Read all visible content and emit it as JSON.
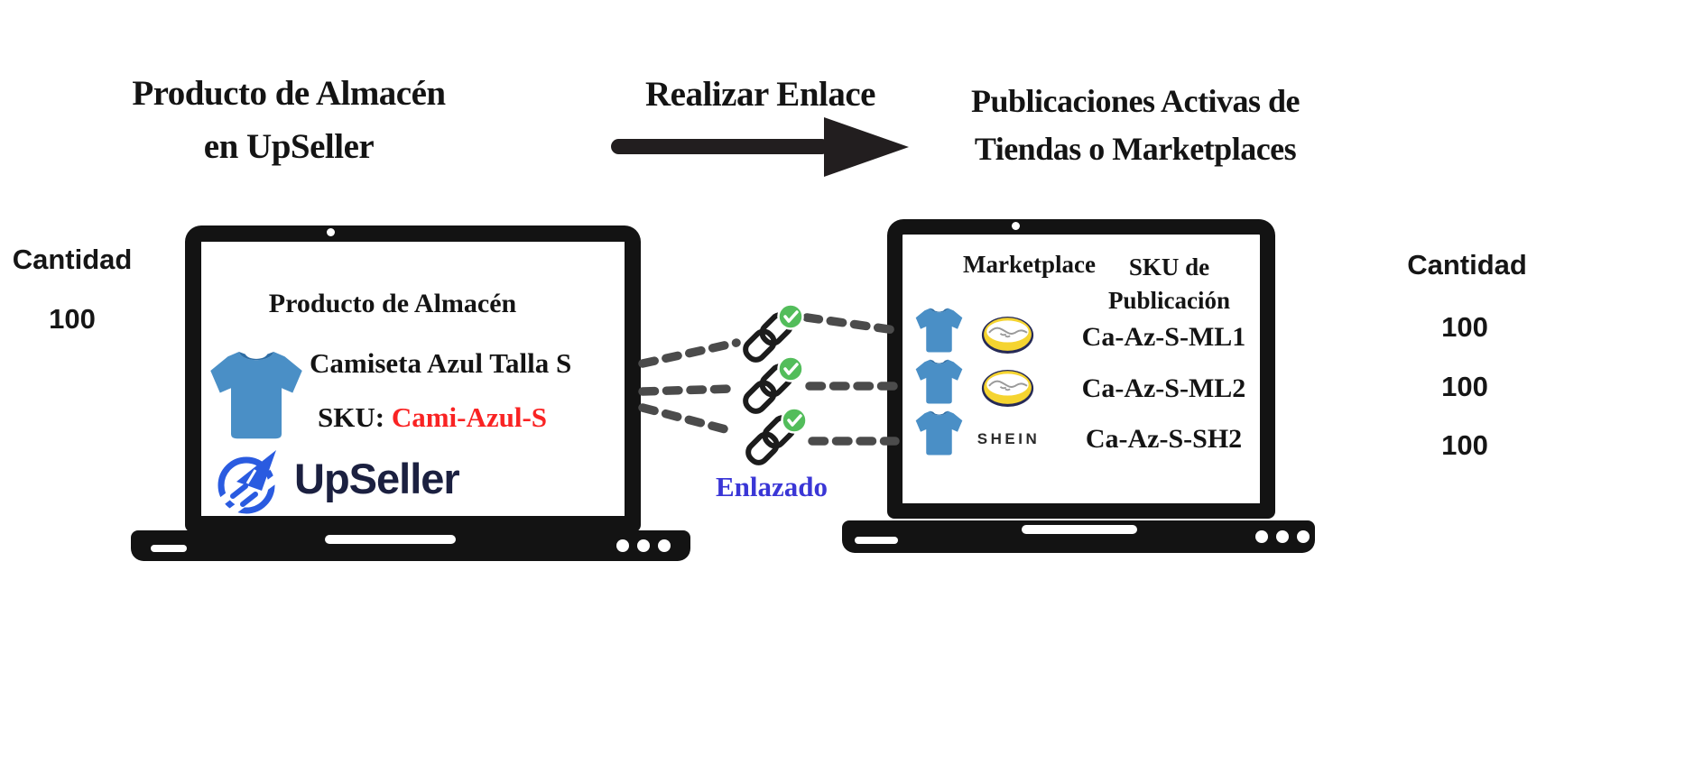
{
  "header": {
    "left_title_line1": "Producto de Almacén",
    "left_title_line2": "en UpSeller",
    "arrow_label": "Realizar Enlace",
    "right_title_line1": "Publicaciones Activas de",
    "right_title_line2": "Tiendas o Marketplaces"
  },
  "warehouse": {
    "quantity_label": "Cantidad",
    "quantity_value": "100",
    "panel_title": "Producto de Almacén",
    "product_name": "Camiseta Azul Talla S",
    "sku_label": "SKU:",
    "sku_value": "Cami-Azul-S",
    "brand_name": "UpSeller"
  },
  "linking": {
    "status_label": "Enlazado",
    "link_count": 3
  },
  "marketplaces": {
    "col_marketplace": "Marketplace",
    "col_sku_line1": "SKU de",
    "col_sku_line2": "Publicación",
    "quantity_label": "Cantidad",
    "rows": [
      {
        "marketplace_icon": "mercado-libre-icon",
        "sku": "Ca-Az-S-ML1",
        "quantity": "100"
      },
      {
        "marketplace_icon": "mercado-libre-icon",
        "sku": "Ca-Az-S-ML2",
        "quantity": "100"
      },
      {
        "marketplace_icon": "shein-wordmark",
        "marketplace_label": "SHEIN",
        "sku": "Ca-Az-S-SH2",
        "quantity": "100"
      }
    ]
  },
  "colors": {
    "tshirt_blue": "#4a8fc6",
    "sku_red": "#f92323",
    "link_blue": "#3a36d6",
    "check_green": "#53bd5b",
    "meli_yellow": "#f5d430",
    "brand_navy": "#1b2040",
    "frame_black": "#131313"
  }
}
